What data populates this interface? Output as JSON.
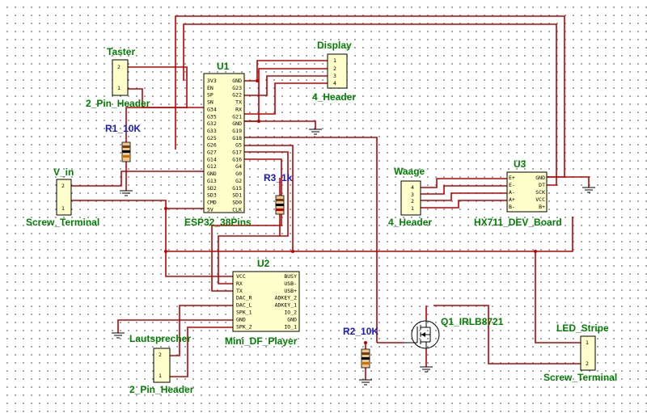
{
  "components": {
    "u1": {
      "ref": "U1",
      "value": "ESP32_38Pins",
      "left_pins": [
        "3V3",
        "EN",
        "SP",
        "SN",
        "G34",
        "G35",
        "G32",
        "G33",
        "G25",
        "G26",
        "G27",
        "G14",
        "G12",
        "GND",
        "G13",
        "SD2",
        "SD3",
        "CMD",
        "5V"
      ],
      "right_pins": [
        "GND",
        "G23",
        "G22",
        "TX",
        "RX",
        "G21",
        "GND",
        "G19",
        "G18",
        "G5",
        "G17",
        "G16",
        "G4",
        "G0",
        "G2",
        "G15",
        "SD1",
        "SD0",
        "CLK"
      ]
    },
    "u2": {
      "ref": "U2",
      "value": "Mini_DF_Player",
      "left_pins": [
        "VCC",
        "RX",
        "TX",
        "DAC_R",
        "DAC_L",
        "SPK_1",
        "GND",
        "SPK_2"
      ],
      "right_pins": [
        "BUSY",
        "USB-",
        "USB+",
        "ADKEY_2",
        "ADKEY_1",
        "IO_2",
        "GND",
        "IO_1"
      ]
    },
    "u3": {
      "ref": "U3",
      "value": "HX711_DEV_Board",
      "pins": [
        "E+",
        "E-",
        "A-",
        "A+",
        "B-",
        "GND",
        "DT",
        "SCK",
        "VCC",
        "B+"
      ]
    },
    "taster": {
      "ref": "Taster",
      "value": "2_Pin_Header",
      "pins": [
        "2",
        "1"
      ]
    },
    "display": {
      "ref": "Display",
      "value": "4_Header",
      "pins": [
        "1",
        "2",
        "3",
        "4"
      ]
    },
    "v_in": {
      "ref": "V_in",
      "value": "Screw_Terminal",
      "pins": [
        "2",
        "1"
      ]
    },
    "waage": {
      "ref": "Waage",
      "value": "4_Header",
      "pins": [
        "4",
        "3",
        "2",
        "1"
      ]
    },
    "lautsprecher": {
      "ref": "Lautsprecher",
      "value": "2_Pin_Header",
      "pins": [
        "2",
        "1"
      ]
    },
    "led_stripe": {
      "ref": "LED_Stripe",
      "value": "Screw_Terminal",
      "pins": [
        "1",
        "2"
      ]
    },
    "r1": {
      "ref": "R1",
      "value": "10K"
    },
    "r2": {
      "ref": "R2",
      "value": "10K"
    },
    "r3": {
      "ref": "R3",
      "value": "1k"
    },
    "q1": {
      "ref": "Q1",
      "value": "IRLB8721"
    }
  },
  "colors": {
    "wire": "#c00000",
    "body_fill": "#ffffcc",
    "ref_text": "#008000",
    "value_text_blue": "#1a1acc"
  }
}
